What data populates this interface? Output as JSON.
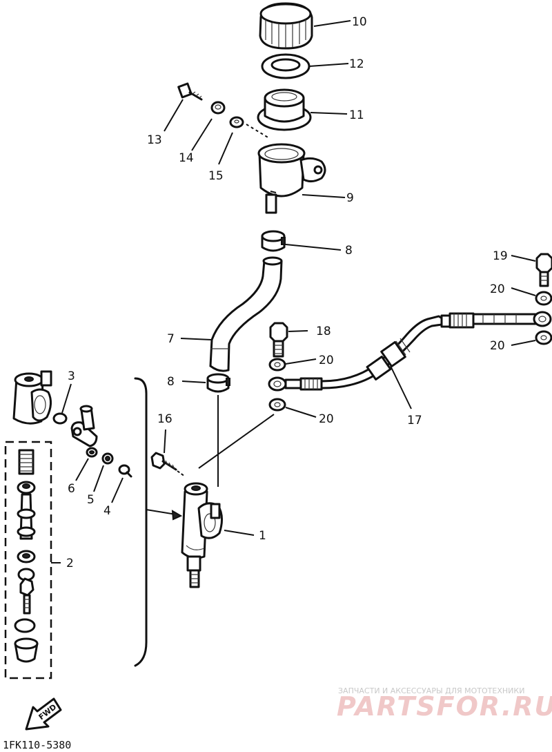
{
  "diagram": {
    "callouts": {
      "p1": "1",
      "p2": "2",
      "p3": "3",
      "p4": "4",
      "p5": "5",
      "p6": "6",
      "p7": "7",
      "p8a": "8",
      "p8b": "8",
      "p9": "9",
      "p10": "10",
      "p11": "11",
      "p12": "12",
      "p13": "13",
      "p14": "14",
      "p15": "15",
      "p16": "16",
      "p17": "17",
      "p18": "18",
      "p19": "19",
      "p20a": "20",
      "p20b": "20",
      "p20c": "20",
      "p20d": "20"
    },
    "fwd_label": "FWD",
    "figure_code": "1FK110-5380"
  },
  "watermark": {
    "line1": "ЗАПЧАСТИ И АКСЕССУАРЫ ДЛЯ МОТОТЕХНИКИ",
    "line2": "PARTSFOR.RU"
  }
}
